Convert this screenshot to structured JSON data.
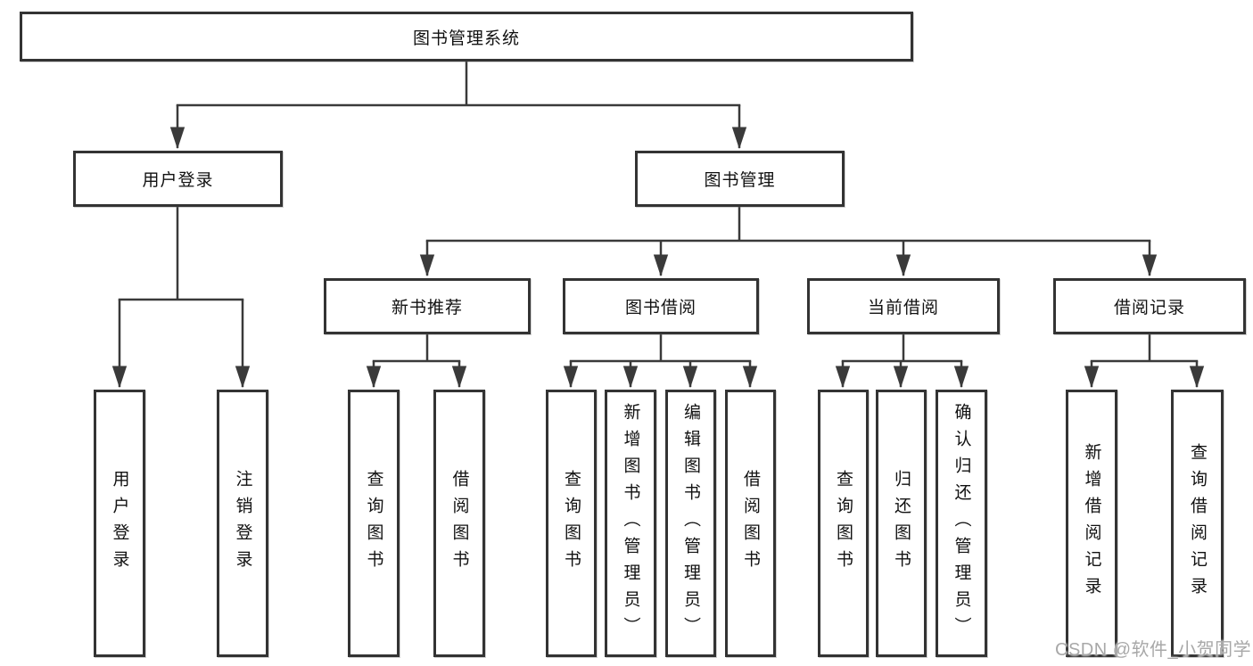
{
  "tree": {
    "label": "图书管理系统",
    "children": [
      {
        "label": "用户登录",
        "children": [
          {
            "label": "用户登录"
          },
          {
            "label": "注销登录"
          }
        ]
      },
      {
        "label": "图书管理",
        "children": [
          {
            "label": "新书推荐",
            "children": [
              {
                "label": "查询图书"
              },
              {
                "label": "借阅图书"
              }
            ]
          },
          {
            "label": "图书借阅",
            "children": [
              {
                "label": "查询图书"
              },
              {
                "label": "新增图书（管理员）"
              },
              {
                "label": "编辑图书（管理员）"
              },
              {
                "label": "借阅图书"
              }
            ]
          },
          {
            "label": "当前借阅",
            "children": [
              {
                "label": "查询图书"
              },
              {
                "label": "归还图书"
              },
              {
                "label": "确认归还（管理员）"
              }
            ]
          },
          {
            "label": "借阅记录",
            "children": [
              {
                "label": "新增借阅记录"
              },
              {
                "label": "查询借阅记录"
              }
            ]
          }
        ]
      }
    ]
  },
  "watermark": {
    "text": "CSDN @软件_小贺同学"
  },
  "colors": {
    "line": "#3a3a3a",
    "box_border": "#333333",
    "text": "#111111",
    "watermark": "#a8a8a8",
    "background": "#ffffff"
  }
}
